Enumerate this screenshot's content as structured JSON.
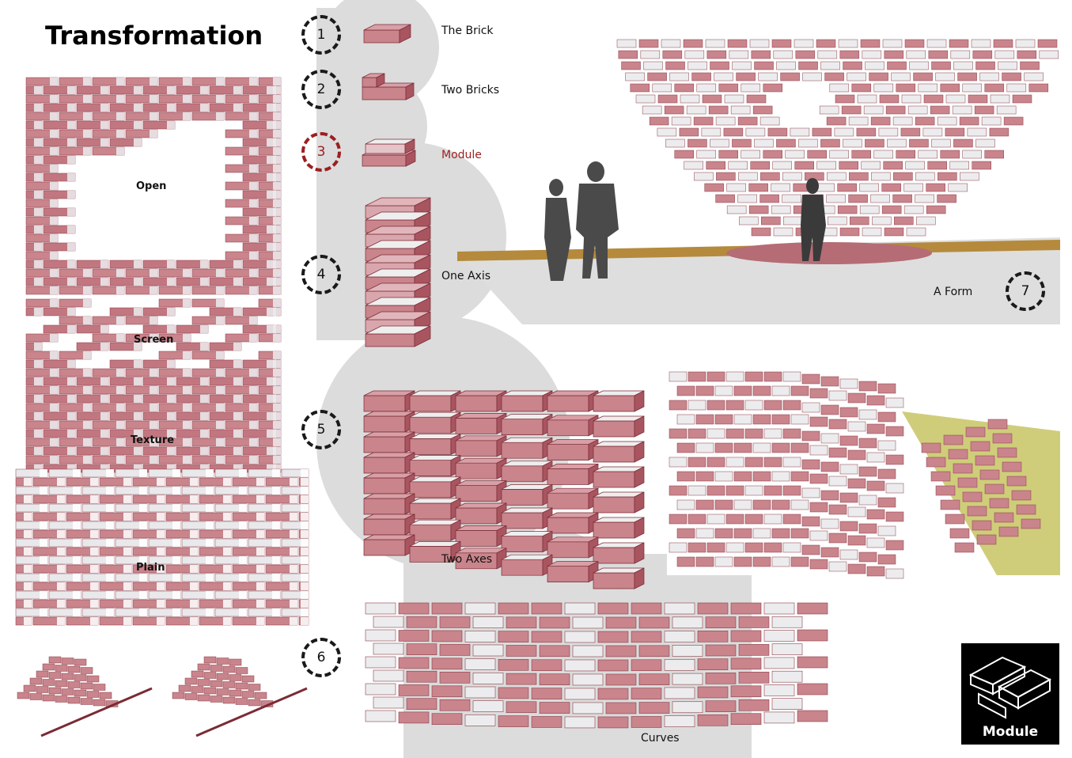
{
  "title": "Transformation",
  "wall_labels": {
    "open": "Open",
    "screen": "Screen",
    "texture": "Texture",
    "plain": "Plain"
  },
  "steps": [
    {
      "number": "1",
      "label": "The Brick"
    },
    {
      "number": "2",
      "label": "Two Bricks"
    },
    {
      "number": "3",
      "label": "Module"
    },
    {
      "number": "4",
      "label": "One Axis"
    },
    {
      "number": "5",
      "label": "Two Axes"
    },
    {
      "number": "6",
      "label": "Curves"
    },
    {
      "number": "7",
      "label": "A Form"
    }
  ],
  "badge": {
    "label": "Module"
  },
  "colors": {
    "brick_front": "#c9848c",
    "brick_side": "#a85560",
    "brick_top": "#e8e8ea",
    "highlight_step": "#9c1f1f",
    "path": "#b58a3c",
    "lawn": "#cfcd7a",
    "ground": "#dedede"
  }
}
